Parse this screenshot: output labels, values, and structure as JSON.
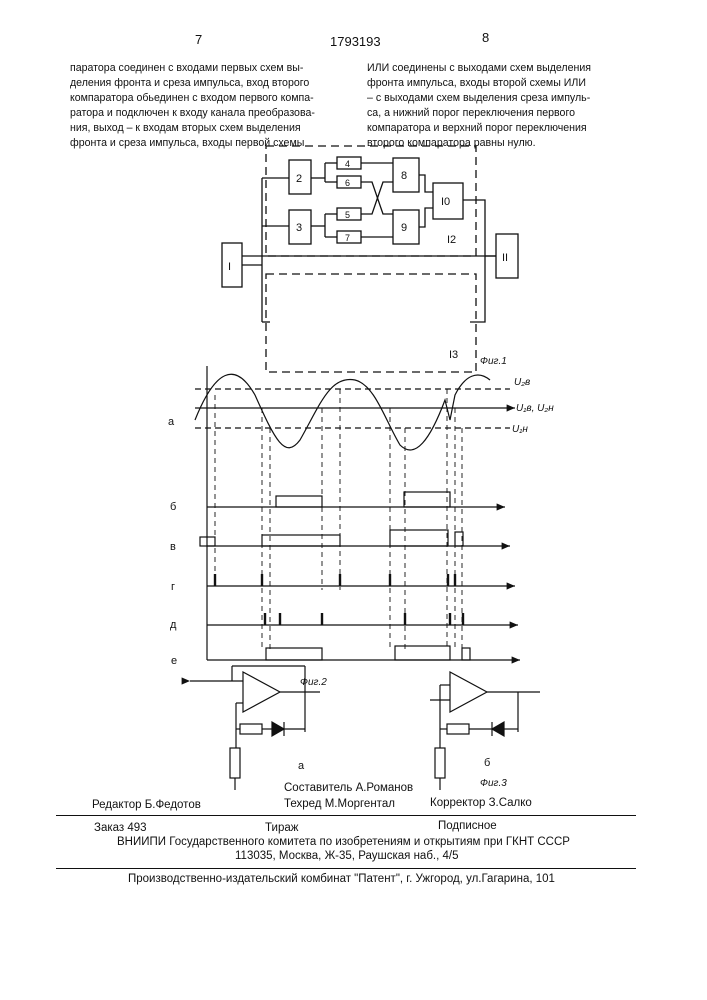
{
  "header": {
    "page_left": "7",
    "patent_number": "1793193",
    "page_right": "8"
  },
  "text_left": [
    "паратора соединен с входами первых схем вы-",
    "деления фронта и среза импульса, вход второго",
    "компаратора обьединен с входом первого компа-",
    "ратора и подключен к входу канала преобразова-",
    "ния, выход – к входам вторых схем выделения",
    "фронта и среза импульса, входы первой схемы"
  ],
  "text_right": [
    "ИЛИ соединены с выходами схем выделения",
    "фронта импульса, входы второй схемы ИЛИ",
    "– с выходами схем выделения среза импуль-",
    "са, а нижний порог переключения первого",
    "компаратора и верхний порог переключения",
    "второго компаратора равны нулю."
  ],
  "fig1": {
    "caption": "Фиг.1",
    "blocks": {
      "b1": "I",
      "b2": "2",
      "b3": "3",
      "b4": "4",
      "b5": "5",
      "b6": "6",
      "b7": "7",
      "b8": "8",
      "b9": "9",
      "b10": "I0",
      "b11": "II"
    },
    "group_12": "I2",
    "group_13": "I3"
  },
  "fig2": {
    "caption": "Фиг.2",
    "row_labels": [
      "а",
      "б",
      "в",
      "г",
      "д",
      "е"
    ],
    "threshold_labels": {
      "upper": "U₂в",
      "middle": "U₁в, U₂н",
      "lower": "U₁н"
    }
  },
  "fig3": {
    "caption": "Фиг.3",
    "label_a": "а",
    "label_b": "б"
  },
  "credits": {
    "compiler": "Составитель А.Романов",
    "editor": "Редактор Б.Федотов",
    "techred": "Техред М.Моргентал",
    "corrector": "Корректор З.Салко"
  },
  "imprint": {
    "order": "Заказ 493",
    "print_run": "Тираж",
    "subscription": "Подписное",
    "institute": "ВНИИПИ Государственного комитета по изобретениям и открытиям при ГКНТ СССР",
    "address": "113035, Москва, Ж-35, Раушская наб., 4/5",
    "publisher": "Производственно-издательский комбинат \"Патент\", г. Ужгород, ул.Гагарина, 101"
  }
}
